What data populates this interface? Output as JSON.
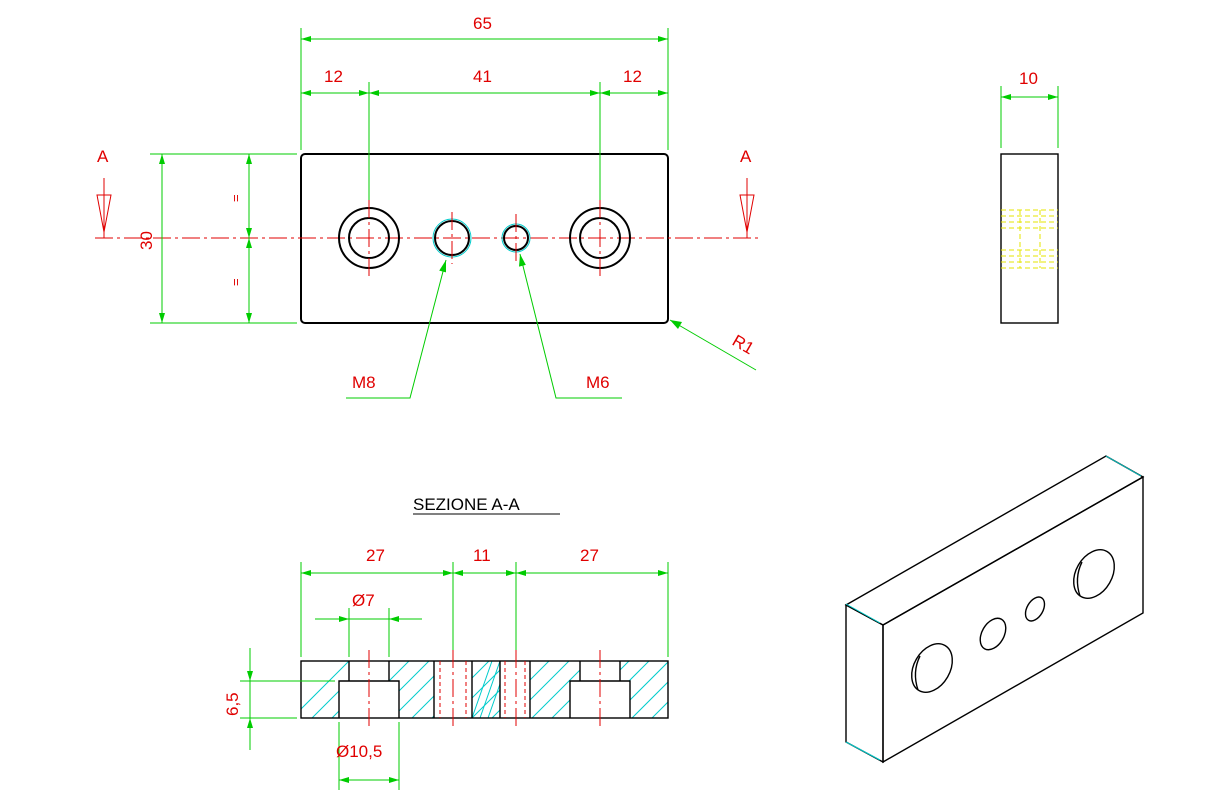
{
  "front_view": {
    "overall_width": "65",
    "left_offset": "12",
    "center_distance": "41",
    "right_offset": "12",
    "height": "30",
    "equal_top": "=",
    "equal_bottom": "=",
    "section_mark_left": "A",
    "section_mark_right": "A",
    "thread_large": "M8",
    "thread_small": "M6",
    "corner_radius": "R1"
  },
  "side_view": {
    "thickness": "10"
  },
  "section_view": {
    "title": "SEZIONE A-A",
    "left_segment": "27",
    "middle_segment": "11",
    "right_segment": "27",
    "hole_diameter": "Ø7",
    "counterbore_diameter": "Ø10,5",
    "counterbore_depth": "6,5"
  },
  "colors": {
    "outline": "#000000",
    "dimension": "#00cc00",
    "text": "#e00000",
    "hatch": "#00cccc",
    "hidden": "#e6e600"
  }
}
